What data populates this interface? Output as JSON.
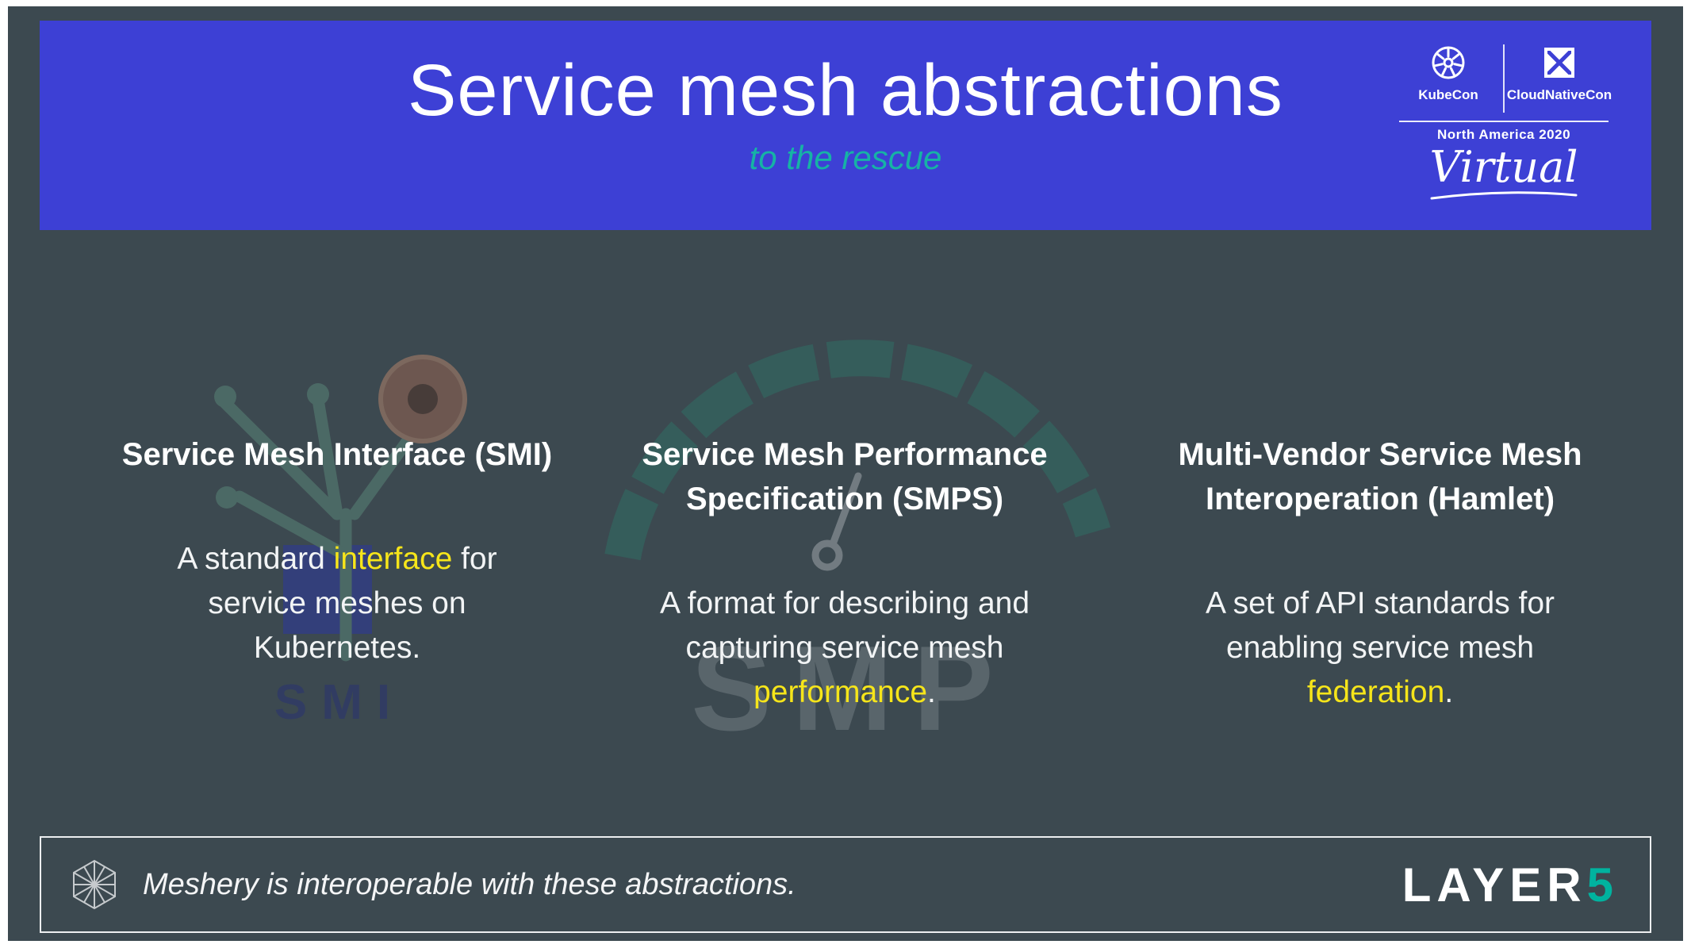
{
  "header": {
    "title": "Service mesh abstractions",
    "subtitle": "to the rescue",
    "banner_color": "#3d40d5",
    "subtitle_color": "#16b3a5",
    "conference": {
      "kubecon_label": "KubeCon",
      "cloudnativecon_label": "CloudNativeCon",
      "edition": "North America 2020",
      "mode": "Virtual"
    }
  },
  "columns": [
    {
      "title": "Service Mesh Interface (SMI)",
      "body_pre": "A standard ",
      "body_highlight": "interface",
      "body_post": " for service meshes on Kubernetes.",
      "watermark": "SMI"
    },
    {
      "title": "Service Mesh Performance Specification (SMPS)",
      "body_pre": "A format for describing and capturing service mesh ",
      "body_highlight": "performance",
      "body_post": ".",
      "watermark": "SMP"
    },
    {
      "title": "Multi-Vendor Service Mesh Interoperation (Hamlet)",
      "body_pre": "A set of API standards for enabling service mesh ",
      "body_highlight": "federation",
      "body_post": ".",
      "watermark": ""
    }
  ],
  "footer": {
    "note": "Meshery is interoperable with these abstractions.",
    "brand_main": "LAYER",
    "brand_accent": "5",
    "accent_color": "#00b39f"
  },
  "colors": {
    "slide_background": "#3c4950",
    "highlight": "#f6e51a"
  }
}
